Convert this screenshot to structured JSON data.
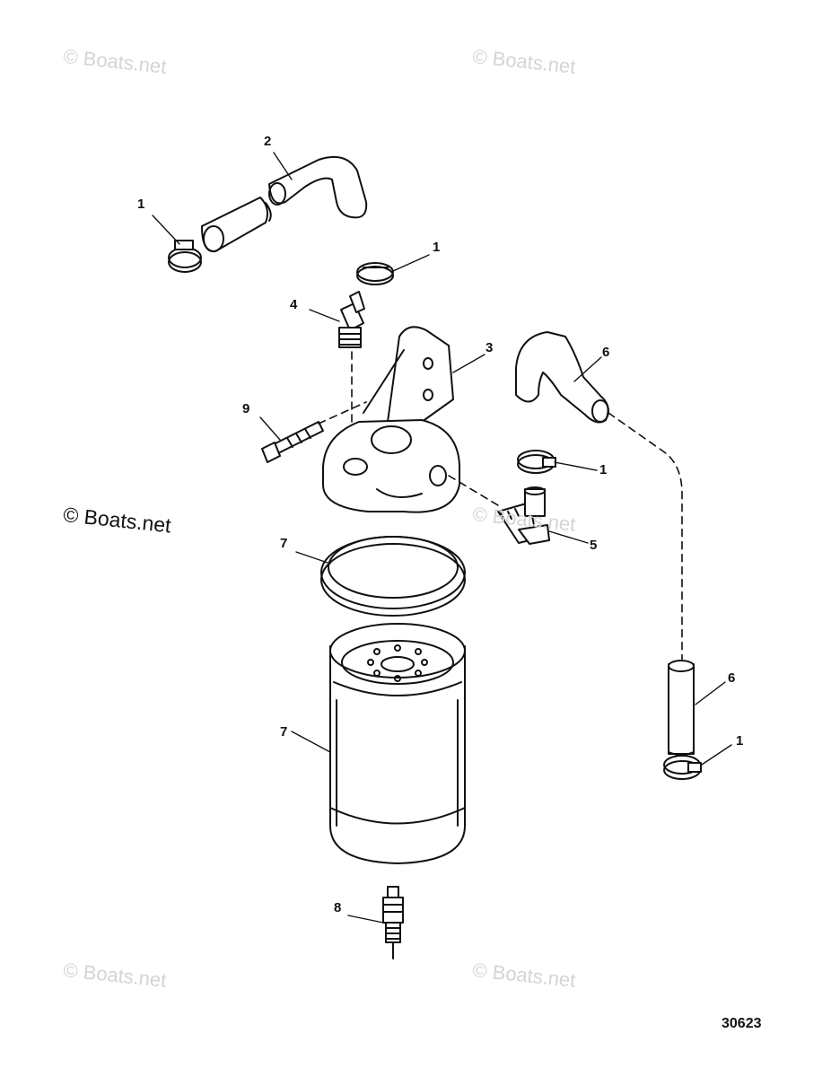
{
  "watermark": "© Boats.net",
  "figure_number": "30623",
  "callouts": {
    "c1_top_left": "1",
    "c2": "2",
    "c1_mid": "1",
    "c4": "4",
    "c3": "3",
    "c6_top": "6",
    "c9": "9",
    "c1_right": "1",
    "c5": "5",
    "c7_ring": "7",
    "c7_filter": "7",
    "c6_bottom": "6",
    "c1_bottom": "1",
    "c8": "8"
  }
}
